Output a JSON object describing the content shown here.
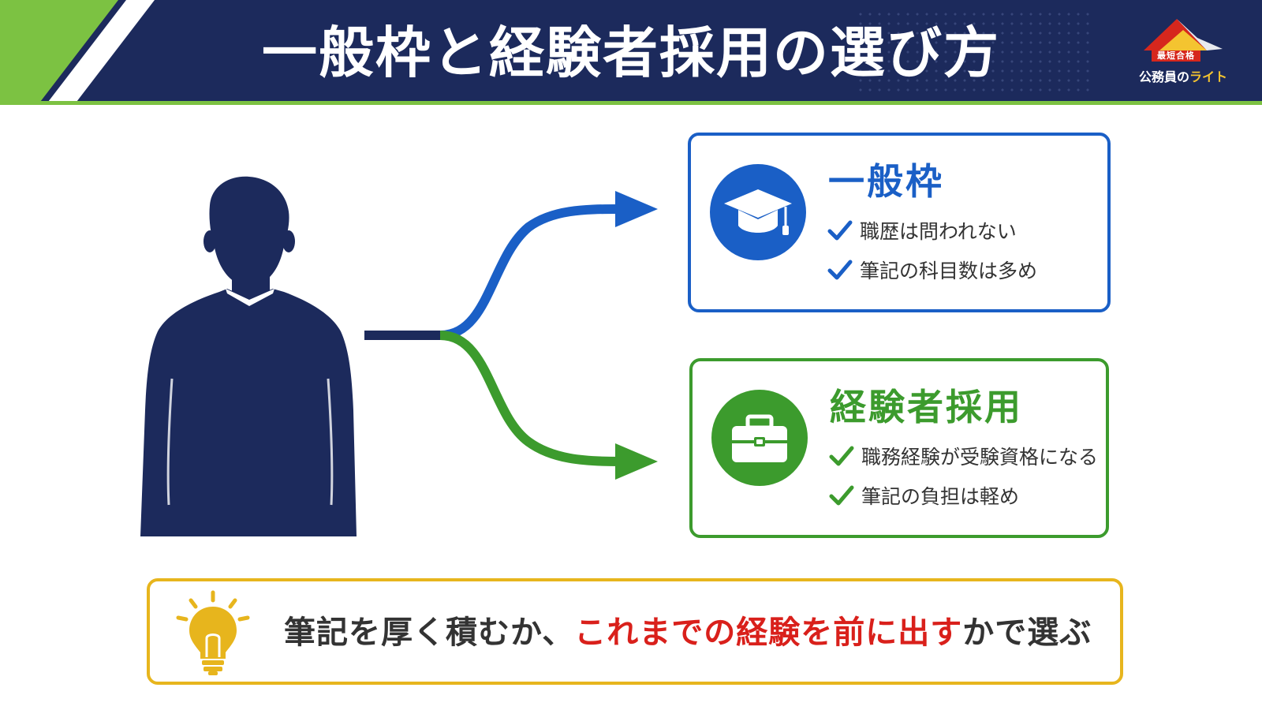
{
  "header": {
    "title": "一般枠と経験者採用の選び方",
    "logo": {
      "badge": "最短合格",
      "name_prefix": "公務員の",
      "name_accent": "ライト"
    }
  },
  "paths": [
    {
      "title": "一般枠",
      "icon": "graduation-cap-icon",
      "color": "#1a5fc6",
      "points": [
        "職歴は問われない",
        "筆記の科目数は多め"
      ]
    },
    {
      "title": "経験者採用",
      "icon": "briefcase-icon",
      "color": "#3c9b2d",
      "points": [
        "職務経験が受験資格になる",
        "筆記の負担は軽め"
      ]
    }
  ],
  "conclusion": {
    "icon": "lightbulb-icon",
    "before": "筆記を厚く積むか、",
    "highlight": "これまでの経験を前に出す",
    "after": "かで選ぶ",
    "highlight_color": "#d9201b"
  },
  "colors": {
    "header_bg": "#1c2a5c",
    "accent_green": "#7cc242",
    "person": "#1c2a5c",
    "banner_border": "#e7b51d"
  }
}
